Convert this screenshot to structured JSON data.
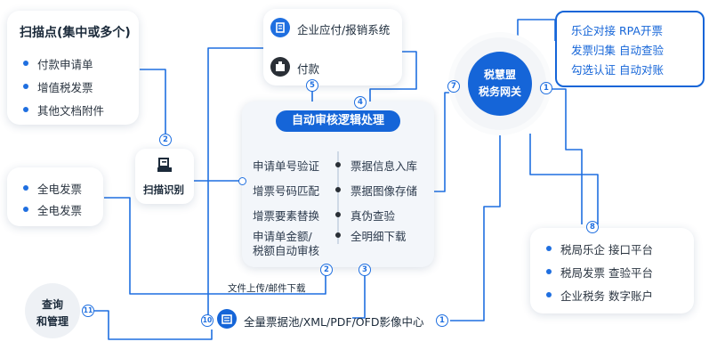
{
  "scan_sources": {
    "title": "扫描点(集中或多个)",
    "items": [
      "付款申请单",
      "增值税发票",
      "其他文档附件"
    ]
  },
  "scan_recognition": {
    "label": "扫描识别"
  },
  "e_invoice": {
    "items": [
      "全电发票",
      "全电发票"
    ]
  },
  "query": {
    "label_line1": "查询",
    "label_line2": "和管理"
  },
  "top_systems": {
    "ap_system": "企业应付/报销系统",
    "payment": "付款"
  },
  "core": {
    "title": "自动审核逻辑处理",
    "left": [
      "申请单号验证",
      "增票号码匹配",
      "增票要素替换",
      "申请单金额/",
      "税额自动审核"
    ],
    "right": [
      "票据信息入库",
      "票据图像存储",
      "真伪查验",
      "全明细下载"
    ]
  },
  "gateway": {
    "line1": "税慧盟",
    "line2": "税务网关"
  },
  "rpa": {
    "items": [
      "乐企对接 RPA开票",
      "发票归集 自动查验",
      "勾选认证 自动对账"
    ]
  },
  "platforms": {
    "items": [
      "税局乐企 接口平台",
      "税局发票 查验平台",
      "企业税务 数字账户"
    ]
  },
  "pool": {
    "label": "全量票据池/XML/PDF/OFD影像中心"
  },
  "upload": {
    "label": "文件上传/邮件下载"
  },
  "markers": {
    "m1a": "1",
    "m1b": "1",
    "m2a": "2",
    "m2b": "2",
    "m3": "3",
    "m4": "4",
    "m5": "5",
    "m7": "7",
    "m8": "8",
    "m10": "10",
    "m11": "11"
  },
  "colors": {
    "accent": "#1f6fe0",
    "core_title_bg": "#1565d8",
    "line": "#1f6fe0"
  }
}
